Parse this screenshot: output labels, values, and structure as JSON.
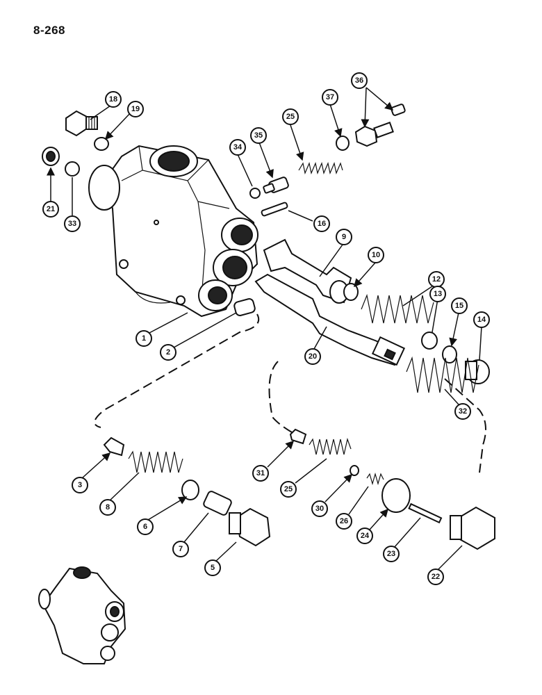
{
  "page": {
    "number": "8-268"
  },
  "callouts": [
    "1",
    "2",
    "3",
    "5",
    "6",
    "7",
    "8",
    "9",
    "10",
    "12",
    "13",
    "14",
    "15",
    "16",
    "18",
    "19",
    "20",
    "21",
    "22",
    "23",
    "24",
    "25",
    "25",
    "26",
    "30",
    "31",
    "32",
    "33",
    "34",
    "35",
    "36",
    "37"
  ]
}
